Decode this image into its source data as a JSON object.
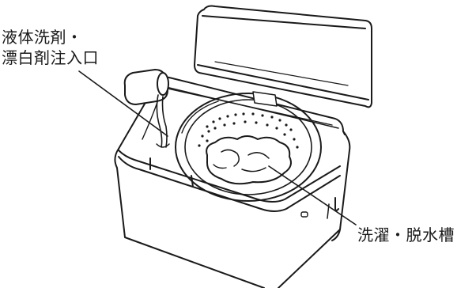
{
  "labels": {
    "detergent_inlet": {
      "line1": "液体洗剤・",
      "line2": "漂白剤注入口"
    },
    "wash_tub": "洗濯・脱水槽"
  }
}
